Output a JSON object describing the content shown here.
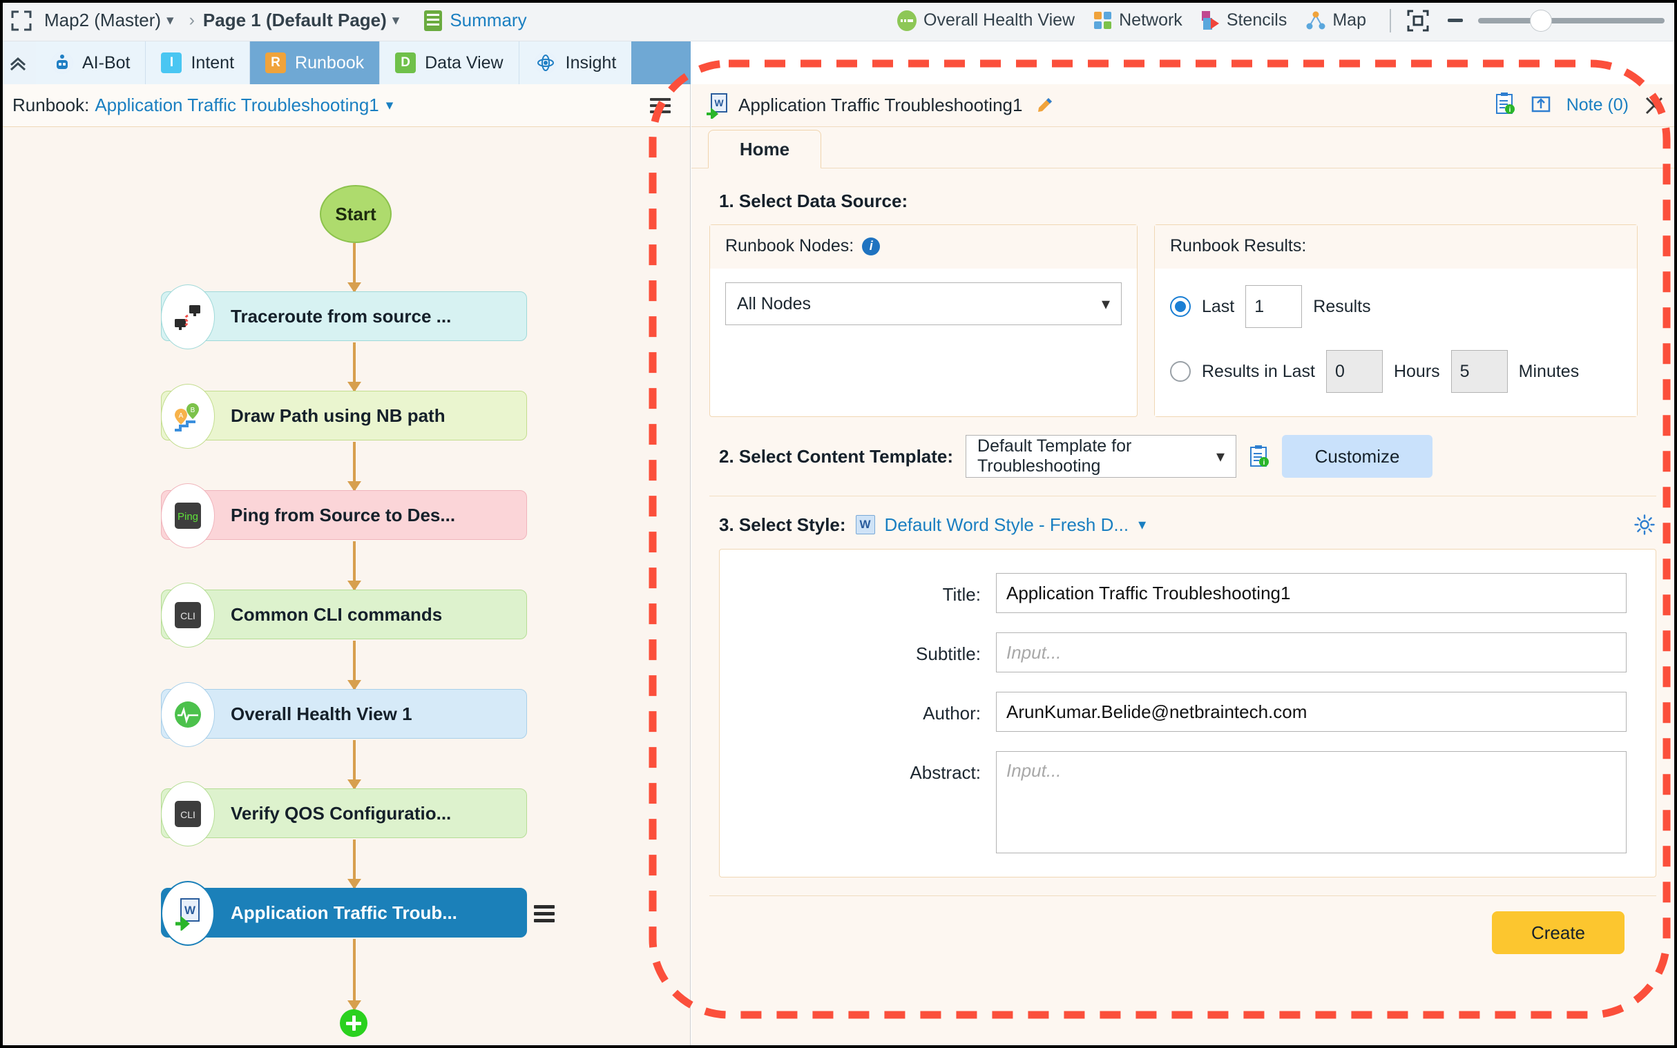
{
  "topbar": {
    "expand_icon": "expand-icon",
    "breadcrumb": {
      "map": "Map2 (Master)",
      "page": "Page 1  (Default Page)"
    },
    "summary": "Summary",
    "items": [
      {
        "label": "Overall Health View",
        "icon": "health-icon"
      },
      {
        "label": "Network",
        "icon": "network-icon"
      },
      {
        "label": "Stencils",
        "icon": "stencils-icon"
      },
      {
        "label": "Map",
        "icon": "map-icon"
      }
    ],
    "fit_icon": "fit-to-screen-icon",
    "zoom_minus": "minus-icon"
  },
  "tabstrip": {
    "collapse_icon": "chevron-up-icon",
    "tabs": [
      {
        "label": "AI-Bot",
        "badge": "",
        "active": false
      },
      {
        "label": "Intent",
        "badge": "I",
        "active": false
      },
      {
        "label": "Runbook",
        "badge": "R",
        "active": true
      },
      {
        "label": "Data View",
        "badge": "D",
        "active": false
      },
      {
        "label": "Insight",
        "badge": "",
        "active": false
      }
    ]
  },
  "runbook": {
    "header_prefix": "Runbook:",
    "header_name": "Application Traffic Troubleshooting1",
    "start_label": "Start",
    "steps": [
      {
        "label": "Traceroute from source ...",
        "icon": "traceroute-icon",
        "bg": "#d7f2f2",
        "border": "#9fd9d9",
        "selected": false
      },
      {
        "label": "Draw Path using NB path",
        "icon": "path-pin-icon",
        "bg": "#eaf5cf",
        "border": "#c3dd8e",
        "selected": false
      },
      {
        "label": "Ping from Source to Des...",
        "icon": "ping-icon",
        "bg": "#fbd5d8",
        "border": "#f0b4bb",
        "selected": false
      },
      {
        "label": "Common CLI commands",
        "icon": "cli-icon",
        "bg": "#ddf2cd",
        "border": "#b5dd95",
        "selected": false
      },
      {
        "label": "Overall Health View 1",
        "icon": "health-icon",
        "bg": "#d6eaf8",
        "border": "#a8cfe9",
        "selected": false
      },
      {
        "label": "Verify QOS Configuratio...",
        "icon": "cli-icon",
        "bg": "#ddf2cd",
        "border": "#b5dd95",
        "selected": false
      },
      {
        "label": "Application Traffic Troub...",
        "icon": "word-export-icon",
        "bg": "#1b80b9",
        "border": "#1b80b9",
        "selected": true
      }
    ],
    "add_step_icon": "plus-icon",
    "node_menu_icon": "hamburger-icon"
  },
  "panel": {
    "title": "Application Traffic Troubleshooting1",
    "doc_icon": "word-export-icon",
    "edit_icon": "pencil-icon",
    "clipboard_icon": "clipboard-info-icon",
    "export_icon": "export-icon",
    "note_label": "Note (0)",
    "close_icon": "close-icon",
    "tab_home": "Home",
    "section1_title": "1. Select Data Source:",
    "runbook_nodes": {
      "label": "Runbook Nodes:",
      "info_icon": "info-icon",
      "selected": "All Nodes"
    },
    "runbook_results": {
      "label": "Runbook Results:",
      "last_label": "Last",
      "last_value": "1",
      "results_label": "Results",
      "results_in_last_label": "Results in Last",
      "hours_value": "0",
      "hours_label": "Hours",
      "minutes_value": "5",
      "minutes_label": "Minutes"
    },
    "section2": {
      "label": "2. Select Content Template:",
      "selected": "Default Template for Troubleshooting",
      "customize": "Customize",
      "clipboard_icon": "clipboard-info-icon"
    },
    "section3": {
      "label": "3. Select Style:",
      "style_name": "Default Word Style - Fresh D...",
      "gear_icon": "gear-icon",
      "style_badge": "W"
    },
    "form": {
      "title_label": "Title:",
      "title_value": "Application Traffic Troubleshooting1",
      "subtitle_label": "Subtitle:",
      "subtitle_value": "",
      "subtitle_placeholder": "Input...",
      "author_label": "Author:",
      "author_value": "ArunKumar.Belide@netbraintech.com",
      "abstract_label": "Abstract:",
      "abstract_value": "",
      "abstract_placeholder": "Input..."
    },
    "create_button": "Create"
  },
  "colors": {
    "accent_blue": "#1a7fc1",
    "tab_active": "#6fa8d4",
    "create_yellow": "#fcc62f",
    "customize_blue": "#c9e1fb",
    "annotation_red": "#fb4f3b",
    "arrow_orange": "#d79f4e"
  }
}
